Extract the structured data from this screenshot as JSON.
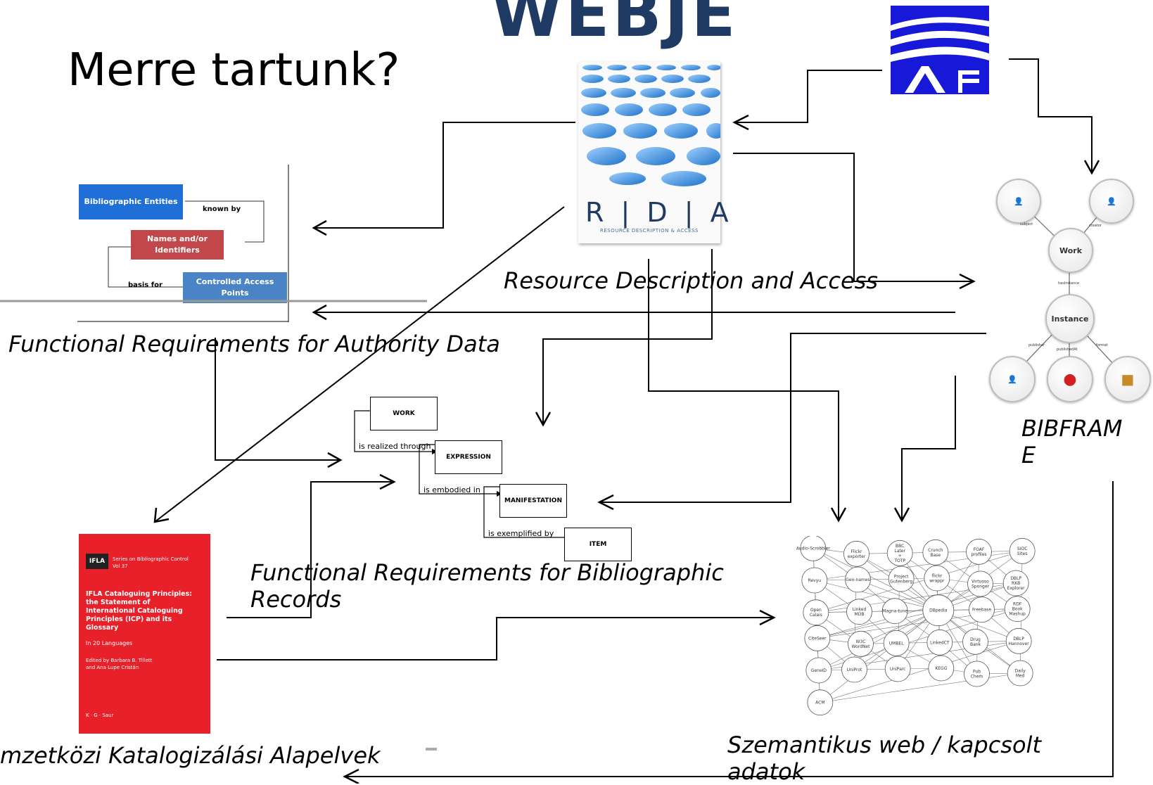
{
  "title": "Merre tartunk?",
  "header_fragment": "WEBJE",
  "captions": {
    "rda": "Resource Description and Access",
    "frad": "Functional Requirements for Authority Data",
    "frbr_line1": "Functional Requirements for Bibliographic",
    "frbr_line2": "Records",
    "icp": "mzetközi Katalogizálási Alapelvek",
    "bibframe_line1": "BIBFRAM",
    "bibframe_line2": "E",
    "semantic_line1": "Szemantikus web / kapcsolt",
    "semantic_line2": "adatok"
  },
  "rda_cover": {
    "letters": "R | D | A",
    "subtitle": "RESOURCE DESCRIPTION & ACCESS"
  },
  "frad_figure": {
    "box1": "Bibliographic Entities",
    "box2": "Names and/or Identifiers",
    "box3": "Controlled Access Points",
    "rel1": "known by",
    "rel2": "basis for"
  },
  "frbr_figure": {
    "entities": [
      "WORK",
      "EXPRESSION",
      "MANIFESTATION",
      "ITEM"
    ],
    "relations": [
      "is realized through",
      "is embodied in",
      "is exemplified by"
    ]
  },
  "icp_cover": {
    "logo": "IFLA",
    "series": "Series on Bibliographic Control",
    "vol": "Vol 37",
    "title_lines": [
      "IFLA Cataloguing Principles:",
      "the Statement of",
      "International Cataloguing",
      "Principles (ICP) and its",
      "Glossary"
    ],
    "languages": "In 20 Languages",
    "edited_lines": [
      "Edited by Barbara B. Tillett",
      "and Ana Lupe Cristán"
    ],
    "publisher": "K · G · Saur"
  },
  "bibframe_figure": {
    "work": "Work",
    "instance": "Instance",
    "edge_labels": [
      "subject",
      "creator",
      "hasInstance",
      "publisher",
      "publishedAt",
      "format"
    ]
  },
  "lod_cloud_labels": [
    "Audio-Scrobbler",
    "Flickr exporter",
    "BBC Later + TOTP",
    "Crunch Base",
    "FOAF profiles",
    "SIOC Sites",
    "Revyu",
    "Geo-names",
    "Project Gutenberg",
    "flickr wrappr",
    "Virtuoso Sponger",
    "DBLP RKB Explorer",
    "Open Calais",
    "Linked MDB",
    "Magna-tune",
    "DBpedia",
    "Freebase",
    "RDF Book Mashup",
    "CiteSeer",
    "W3C WordNet",
    "UMBEL",
    "LinkedCT",
    "Drug Bank",
    "DBLP Hannover",
    "GeneID",
    "UniProt",
    "UniParc",
    "KEGG",
    "Pub Chem",
    "Daily Med",
    "ACM"
  ],
  "colors": {
    "title_dark_blue": "#1f3a63",
    "frad_blue": "#1f6fd6",
    "frad_red": "#c2474a",
    "frad_steel_blue": "#4a84c6",
    "icp_red": "#e8202a"
  }
}
